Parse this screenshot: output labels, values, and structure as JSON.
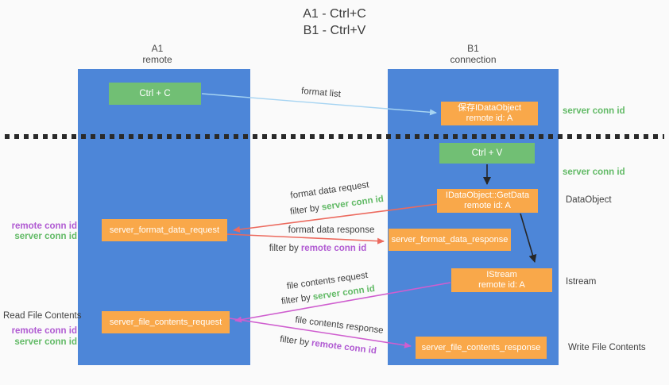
{
  "title": {
    "line1": "A1 - Ctrl+C",
    "line2": "B1 - Ctrl+V"
  },
  "colors": {
    "column_blue": "#4d86d8",
    "node_green": "#71bf74",
    "node_orange": "#f9a84a",
    "green_text": "#62ba66",
    "purple_text": "#b05ad2",
    "arrow_red": "#ec6a5e",
    "arrow_magenta": "#cf5ecf",
    "arrow_blue": "#a6d4f2",
    "arrow_black": "#262626"
  },
  "columns": {
    "a1": {
      "title": "A1",
      "subtitle": "remote"
    },
    "b1": {
      "title": "B1",
      "subtitle": "connection"
    }
  },
  "nodes": {
    "ctrl_c": {
      "label": "Ctrl + C"
    },
    "save_idataobject": {
      "line1": "保存IDataObject",
      "line2": "remote id: A"
    },
    "ctrl_v": {
      "label": "Ctrl + V"
    },
    "getdata": {
      "line1": "IDataObject::GetData",
      "line2": "remote id: A"
    },
    "format_request": {
      "label": "server_format_data_request"
    },
    "format_response": {
      "label": "server_format_data_response"
    },
    "istream": {
      "line1": "IStream",
      "line2": "remote id: A"
    },
    "file_request": {
      "label": "server_file_contents_request"
    },
    "file_response": {
      "label": "server_file_contents_response"
    }
  },
  "side_labels": {
    "server_conn_id_top": "server conn id",
    "server_conn_id_mid": "server conn id",
    "dataobject": "DataObject",
    "istream": "Istream",
    "write_file_contents": "Write File Contents",
    "read_file_contents": "Read File Contents",
    "left1_remote": "remote conn id",
    "left1_server": "server conn id",
    "left2_remote": "remote conn id",
    "left2_server": "server conn id"
  },
  "arrow_labels": {
    "format_list": "format list",
    "format_data_request": "format data request",
    "format_data_response": "format data response",
    "file_contents_request": "file contents request",
    "file_contents_response": "file contents response",
    "filter_by": "filter by",
    "server_conn_id": "server conn id",
    "remote_conn_id": "remote conn id"
  }
}
